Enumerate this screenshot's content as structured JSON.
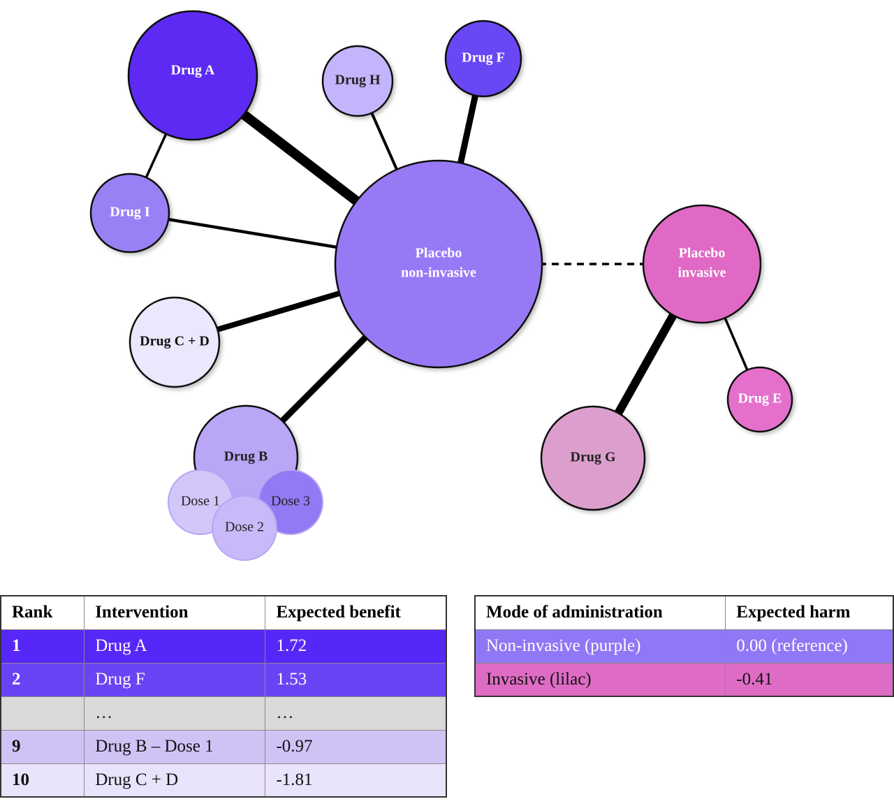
{
  "nodes": [
    {
      "id": "drug-a",
      "label": "Drug A",
      "color": "#5b2cf2",
      "text_color": "#ffffff"
    },
    {
      "id": "drug-h",
      "label": "Drug H",
      "color": "#c3b4fb",
      "text_color": "#222222"
    },
    {
      "id": "drug-f",
      "label": "Drug F",
      "color": "#6a46f4",
      "text_color": "#ffffff"
    },
    {
      "id": "drug-i",
      "label": "Drug I",
      "color": "#9a80f5",
      "text_color": "#ffffff"
    },
    {
      "id": "placebo-noninvasive",
      "label": [
        "Placebo",
        "non-invasive"
      ],
      "color": "#9779f6",
      "text_color": "#ffffff"
    },
    {
      "id": "placebo-invasive",
      "label": [
        "Placebo",
        "invasive"
      ],
      "color": "#df69c4",
      "text_color": "#ffffff"
    },
    {
      "id": "drug-cd",
      "label": "Drug C + D",
      "color": "#ece7fc",
      "text_color": "#111111"
    },
    {
      "id": "drug-b",
      "label": "Drug B",
      "color": "#b9a6f7",
      "text_color": "#222222"
    },
    {
      "id": "drug-e",
      "label": "Drug E",
      "color": "#e46fcc",
      "text_color": "#ffffff"
    },
    {
      "id": "drug-g",
      "label": "Drug G",
      "color": "#dc9fcd",
      "text_color": "#222222"
    }
  ],
  "doses": [
    {
      "id": "dose-1",
      "label": "Dose 1",
      "color": "#d3c7fa"
    },
    {
      "id": "dose-2",
      "label": "Dose 2",
      "color": "#c9b9f9"
    },
    {
      "id": "dose-3",
      "label": "Dose 3",
      "color": "#9379f3"
    }
  ],
  "edges": [
    {
      "from": "drug-a",
      "to": "placebo-noninvasive",
      "style": "solid"
    },
    {
      "from": "drug-a",
      "to": "drug-i",
      "style": "solid"
    },
    {
      "from": "drug-h",
      "to": "placebo-noninvasive",
      "style": "solid"
    },
    {
      "from": "drug-f",
      "to": "placebo-noninvasive",
      "style": "solid"
    },
    {
      "from": "drug-i",
      "to": "placebo-noninvasive",
      "style": "solid"
    },
    {
      "from": "drug-cd",
      "to": "placebo-noninvasive",
      "style": "solid"
    },
    {
      "from": "drug-b",
      "to": "placebo-noninvasive",
      "style": "solid"
    },
    {
      "from": "placebo-noninvasive",
      "to": "placebo-invasive",
      "style": "dashed"
    },
    {
      "from": "placebo-invasive",
      "to": "drug-g",
      "style": "solid"
    },
    {
      "from": "placebo-invasive",
      "to": "drug-e",
      "style": "solid"
    }
  ],
  "rank_table": {
    "headers": [
      "Rank",
      "Intervention",
      "Expected benefit"
    ],
    "rows": [
      {
        "rank": "1",
        "intervention": "Drug A",
        "benefit": "1.72",
        "bg": "#5727f7",
        "fg": "#ffffff"
      },
      {
        "rank": "2",
        "intervention": "Drug F",
        "benefit": "1.53",
        "bg": "#6a44f4",
        "fg": "#ffffff"
      },
      {
        "rank": "",
        "intervention": "…",
        "benefit": "…",
        "bg": "#d9d9d9",
        "fg": "#222222"
      },
      {
        "rank": "9",
        "intervention": "Drug B – Dose 1",
        "benefit": "-0.97",
        "bg": "#cfc3f6",
        "fg": "#111111"
      },
      {
        "rank": "10",
        "intervention": "Drug C + D",
        "benefit": "-1.81",
        "bg": "#e9e3fc",
        "fg": "#111111"
      }
    ]
  },
  "mode_table": {
    "headers": [
      "Mode of administration",
      "Expected harm"
    ],
    "rows": [
      {
        "mode": "Non-invasive (purple)",
        "harm": "0.00 (reference)",
        "bg": "#9077f5",
        "fg": "#ffffff"
      },
      {
        "mode": "Invasive (lilac)",
        "harm": "-0.41",
        "bg": "#de6cc4",
        "fg": "#111111"
      }
    ]
  }
}
